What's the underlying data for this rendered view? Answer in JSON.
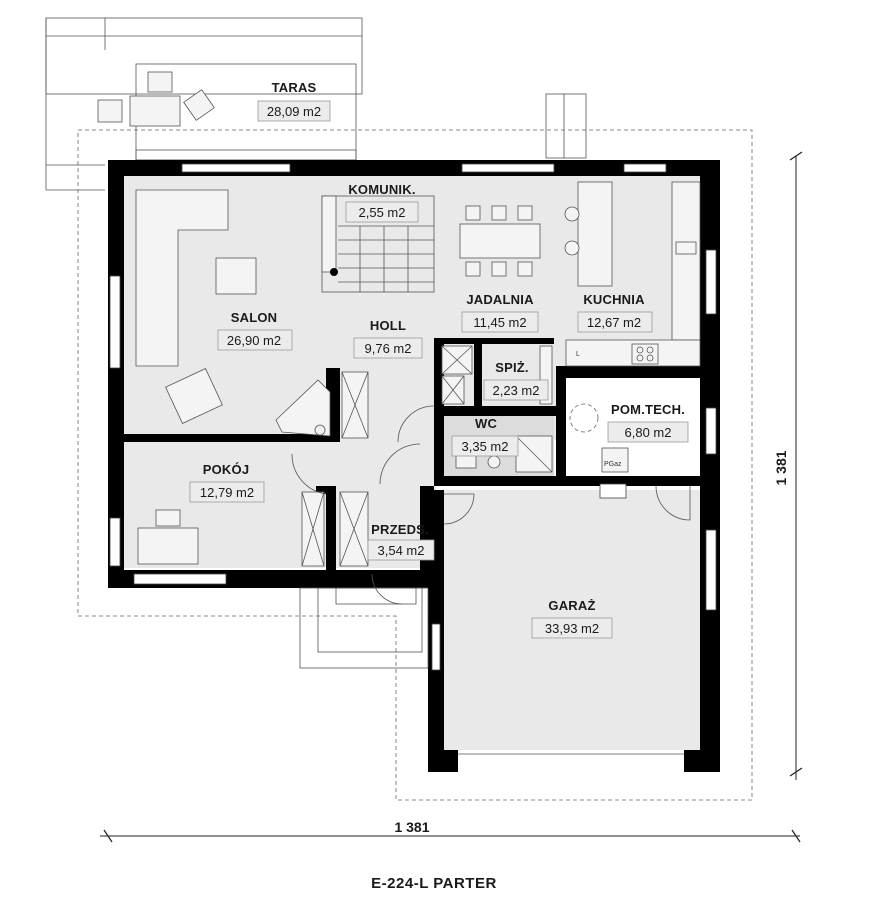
{
  "drawing": {
    "title": "E-224-L PARTER",
    "dimension_horizontal": "1 381",
    "dimension_vertical": "1 381"
  },
  "rooms": [
    {
      "name": "TARAS",
      "area": "28,09 m2"
    },
    {
      "name": "KOMUNIK.",
      "area": "2,55 m2"
    },
    {
      "name": "JADALNIA",
      "area": "11,45 m2"
    },
    {
      "name": "KUCHNIA",
      "area": "12,67 m2"
    },
    {
      "name": "SALON",
      "area": "26,90 m2"
    },
    {
      "name": "HOLL",
      "area": "9,76 m2"
    },
    {
      "name": "SPIŻ.",
      "area": "2,23 m2"
    },
    {
      "name": "WC",
      "area": "3,35 m2"
    },
    {
      "name": "POM.TECH.",
      "area": "6,80 m2"
    },
    {
      "name": "POKÓJ",
      "area": "12,79 m2"
    },
    {
      "name": "PRZEDS.",
      "area": "3,54 m2"
    },
    {
      "name": "GARAŻ",
      "area": "33,93 m2"
    }
  ],
  "fixtures": {
    "boiler_label": "PGaz",
    "kitchen_label": "L"
  }
}
